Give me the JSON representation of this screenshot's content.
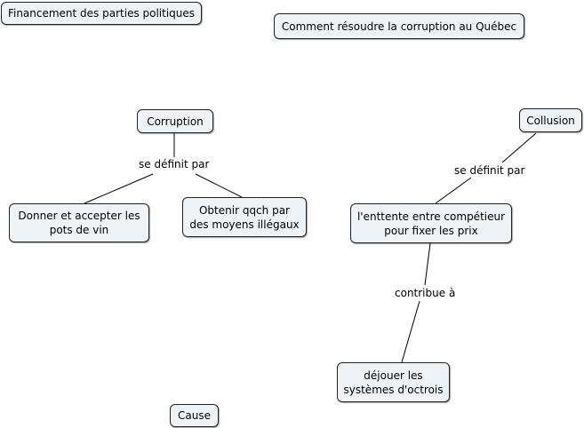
{
  "nodes": {
    "financement": "Financement des parties politiques",
    "comment_resoudre": "Comment résoudre la corruption au Québec",
    "corruption": "Corruption",
    "collusion": "Collusion",
    "donner_accepter": "Donner et accepter les\npots de vin",
    "obtenir": "Obtenir qqch par\ndes moyens illégaux",
    "entente": "l'enttente entre compétieur\npour fixer les prix",
    "dejouer": "déjouer les\nsystèmes d'octrois",
    "cause": "Cause"
  },
  "links": {
    "corruption_definit": "se définit par",
    "collusion_definit": "se définit par",
    "contribue": "contribue à"
  }
}
